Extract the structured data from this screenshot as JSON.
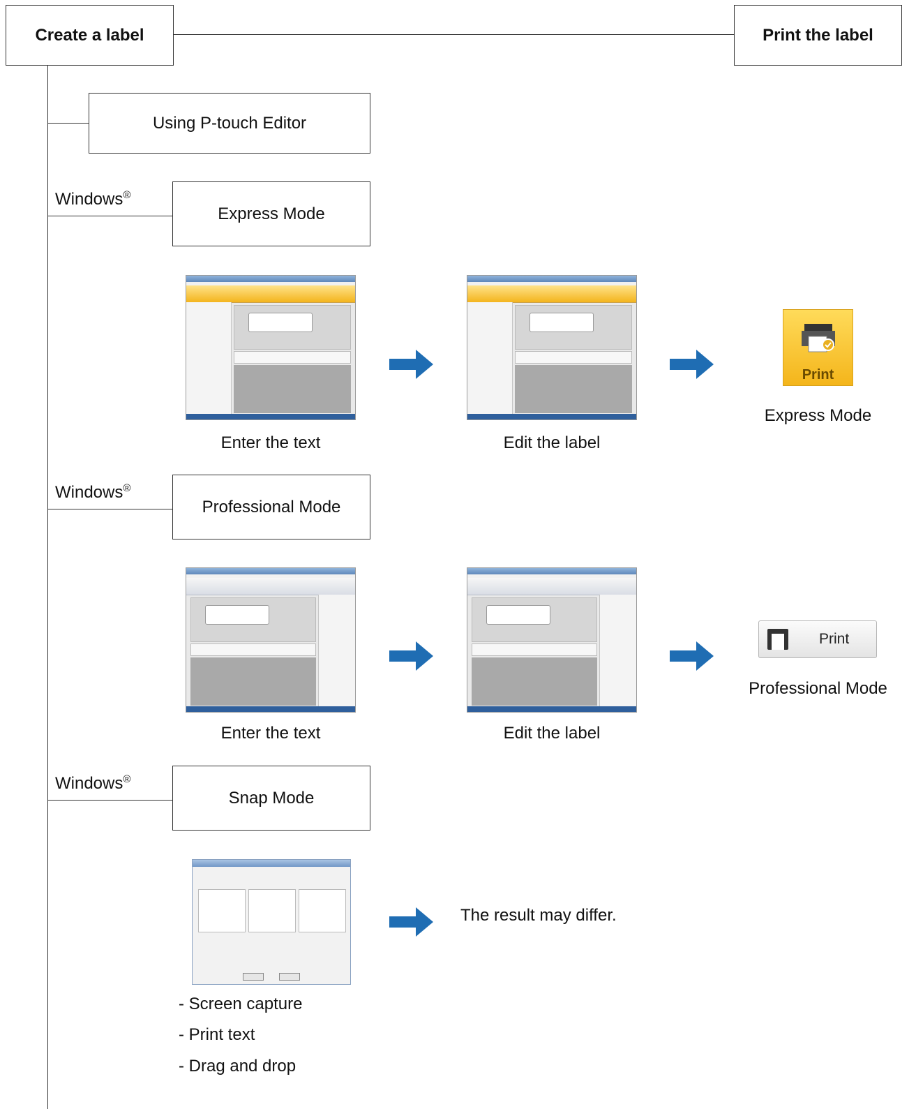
{
  "header": {
    "create": "Create a label",
    "print": "Print the label"
  },
  "editor": "Using P-touch Editor",
  "os_label": "Windows",
  "os_mark": "®",
  "modes": {
    "express": {
      "title": "Express Mode",
      "step1": "Enter the text",
      "step2": "Edit the label",
      "print_caption": "Express Mode",
      "print_button": "Print"
    },
    "professional": {
      "title": "Professional Mode",
      "step1": "Enter the text",
      "step2": "Edit the label",
      "print_caption": "Professional Mode",
      "print_button": "Print"
    },
    "snap": {
      "title": "Snap Mode",
      "result": "The result may differ.",
      "features": [
        "- Screen capture",
        "- Print text",
        "- Drag and drop"
      ]
    }
  },
  "colors": {
    "arrow": "#1f6db3",
    "line": "#333333"
  }
}
